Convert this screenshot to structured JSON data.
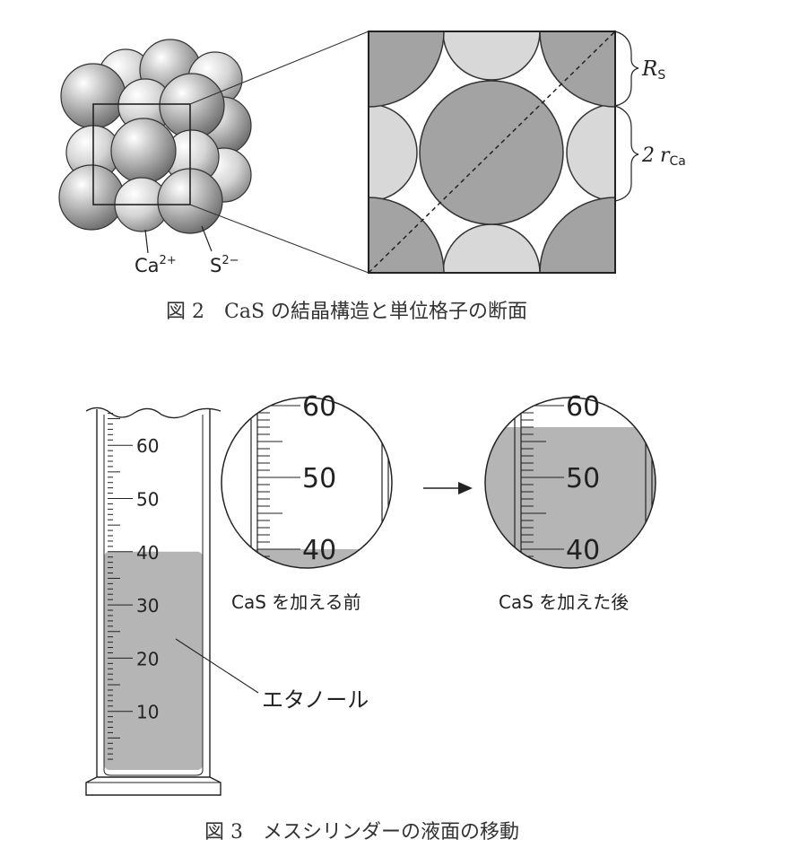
{
  "fig2": {
    "caption": "図 2　CaS の結晶構造と単位格子の断面",
    "ion_ca": "Ca",
    "ion_ca_charge": "2+",
    "ion_s": "S",
    "ion_s_charge": "2−",
    "label_rs_main": "R",
    "label_rs_sub": "S",
    "label_rca_coef": "2",
    "label_rca_main": "r",
    "label_rca_sub": "Ca"
  },
  "fig3": {
    "caption": "図 3　メスシリンダーの液面の移動",
    "cylinder_ticks": [
      "60",
      "50",
      "40",
      "30",
      "20",
      "10"
    ],
    "liquid_label": "エタノール",
    "before": {
      "caption": "CaS を加える前",
      "ticks": [
        "60",
        "50",
        "40"
      ]
    },
    "after": {
      "caption": "CaS を加えた後",
      "ticks": [
        "60",
        "50",
        "40"
      ]
    },
    "liquid_level_ml": 40,
    "before_level_ml": 40,
    "after_level_ml": 57
  },
  "colors": {
    "dark_gray": "#a3a3a3",
    "light_gray": "#d8d8d8",
    "liquid": "#b5b5b5"
  }
}
